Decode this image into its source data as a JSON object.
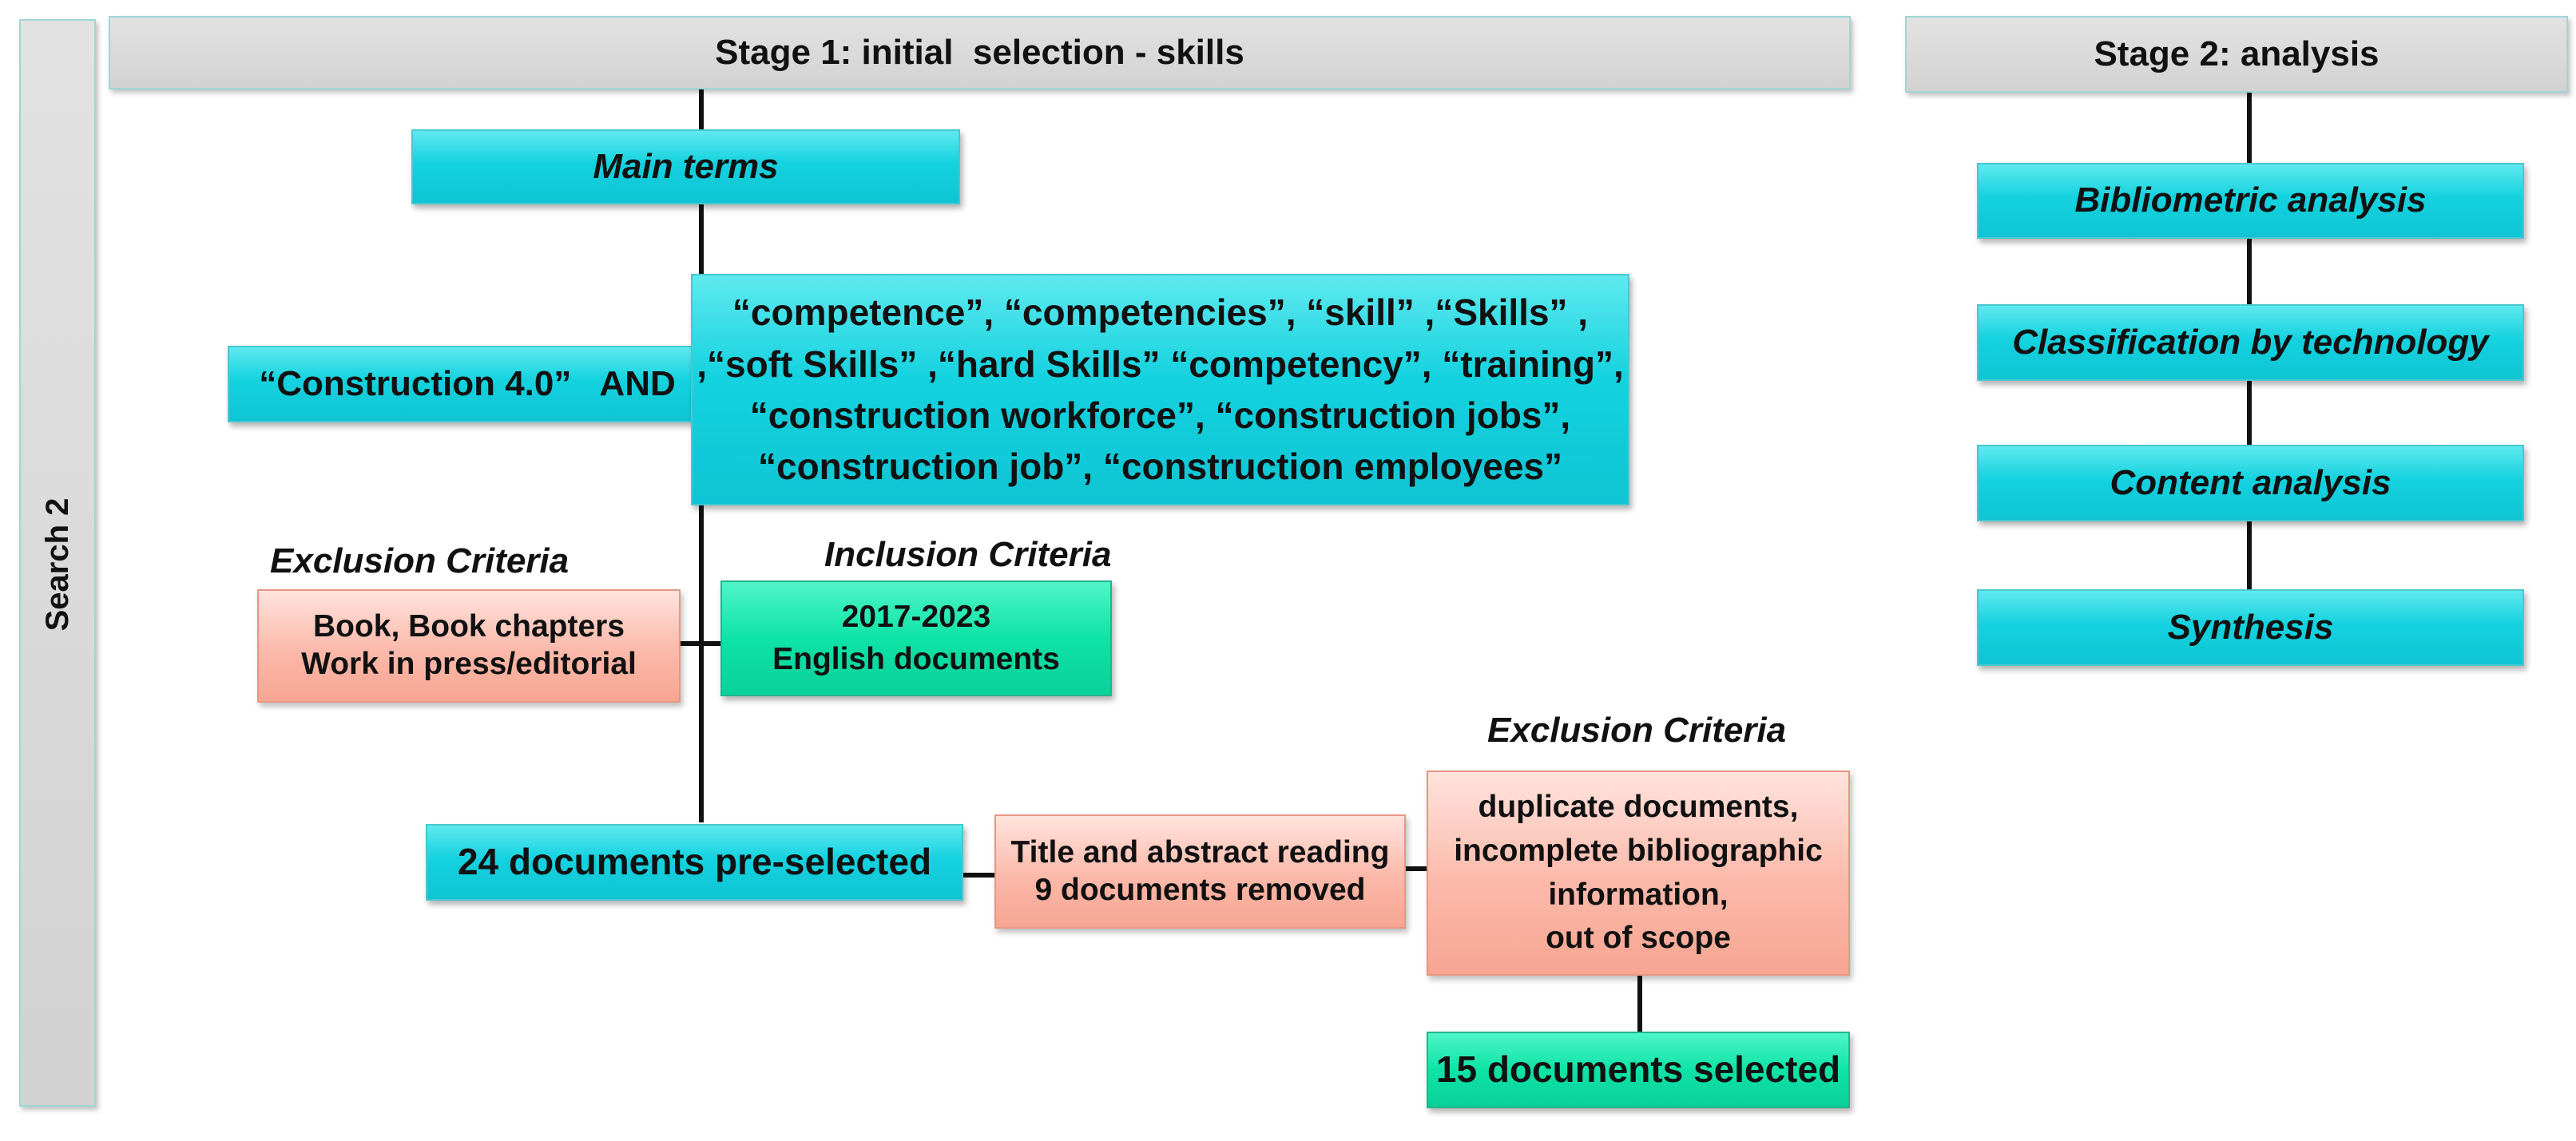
{
  "sidebar": {
    "label": "Search 2"
  },
  "stage1": {
    "header": "Stage 1: initial  selection - skills",
    "main_terms": "Main terms",
    "search_left": "“Construction 4.0”   AND",
    "search_terms": "“competence”, “competencies”, “skill” ,“Skills” ,\n,“soft Skills” ,“hard Skills” “competency”, “training”,\n“construction workforce”, “construction jobs”,\n“construction job”, “construction employees”",
    "exclusion_title_1": "Exclusion Criteria",
    "exclusion_box_1": "Book, Book chapters\nWork in press/editorial",
    "inclusion_title": "Inclusion Criteria",
    "inclusion_box": "2017-2023\nEnglish documents",
    "preselected": "24 documents pre-selected",
    "title_abstract": "Title and abstract reading\n9 documents removed",
    "exclusion_title_2": "Exclusion Criteria",
    "exclusion_box_2": "duplicate documents,\nincomplete bibliographic\ninformation,\nout of scope",
    "selected": "15 documents selected"
  },
  "stage2": {
    "header": "Stage 2: analysis",
    "steps": [
      "Bibliometric analysis",
      "Classification by technology",
      "Content analysis",
      "Synthesis"
    ]
  }
}
